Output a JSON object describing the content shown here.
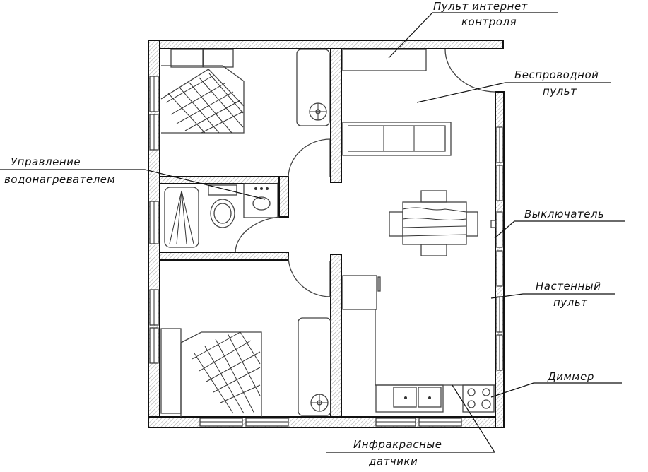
{
  "labels": {
    "internet_remote": [
      "Пульт интернет",
      "контроля"
    ],
    "wireless_remote": [
      "Беспроводной",
      "пульт"
    ],
    "water_heater": [
      "Управление",
      "водонагревателем"
    ],
    "switch": [
      "Выключатель"
    ],
    "wall_remote": [
      "Настенный",
      "пульт"
    ],
    "dimmer": [
      "Диммер"
    ],
    "ir_sensors": [
      "Инфракрасные",
      "датчики"
    ]
  }
}
